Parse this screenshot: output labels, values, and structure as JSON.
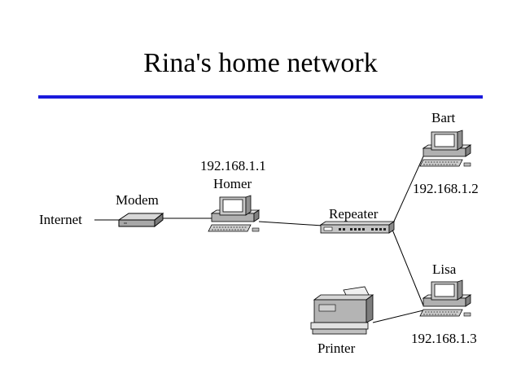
{
  "title": "Rina's home network",
  "colors": {
    "rule": "#1a1adc",
    "line": "#000000"
  },
  "nodes": {
    "internet": {
      "label": "Internet"
    },
    "modem": {
      "label": "Modem",
      "icon": "modem-icon"
    },
    "homer": {
      "label": "Homer",
      "ip": "192.168.1.1",
      "icon": "desktop-computer-icon"
    },
    "repeater": {
      "label": "Repeater",
      "icon": "network-hub-icon"
    },
    "bart": {
      "label": "Bart",
      "ip": "192.168.1.2",
      "icon": "desktop-computer-icon"
    },
    "lisa": {
      "label": "Lisa",
      "ip": "192.168.1.3",
      "icon": "desktop-computer-icon"
    },
    "printer": {
      "label": "Printer",
      "icon": "printer-icon"
    }
  },
  "links": [
    [
      "internet",
      "modem"
    ],
    [
      "modem",
      "homer"
    ],
    [
      "homer",
      "repeater"
    ],
    [
      "repeater",
      "bart"
    ],
    [
      "repeater",
      "lisa"
    ],
    [
      "lisa",
      "printer"
    ]
  ]
}
